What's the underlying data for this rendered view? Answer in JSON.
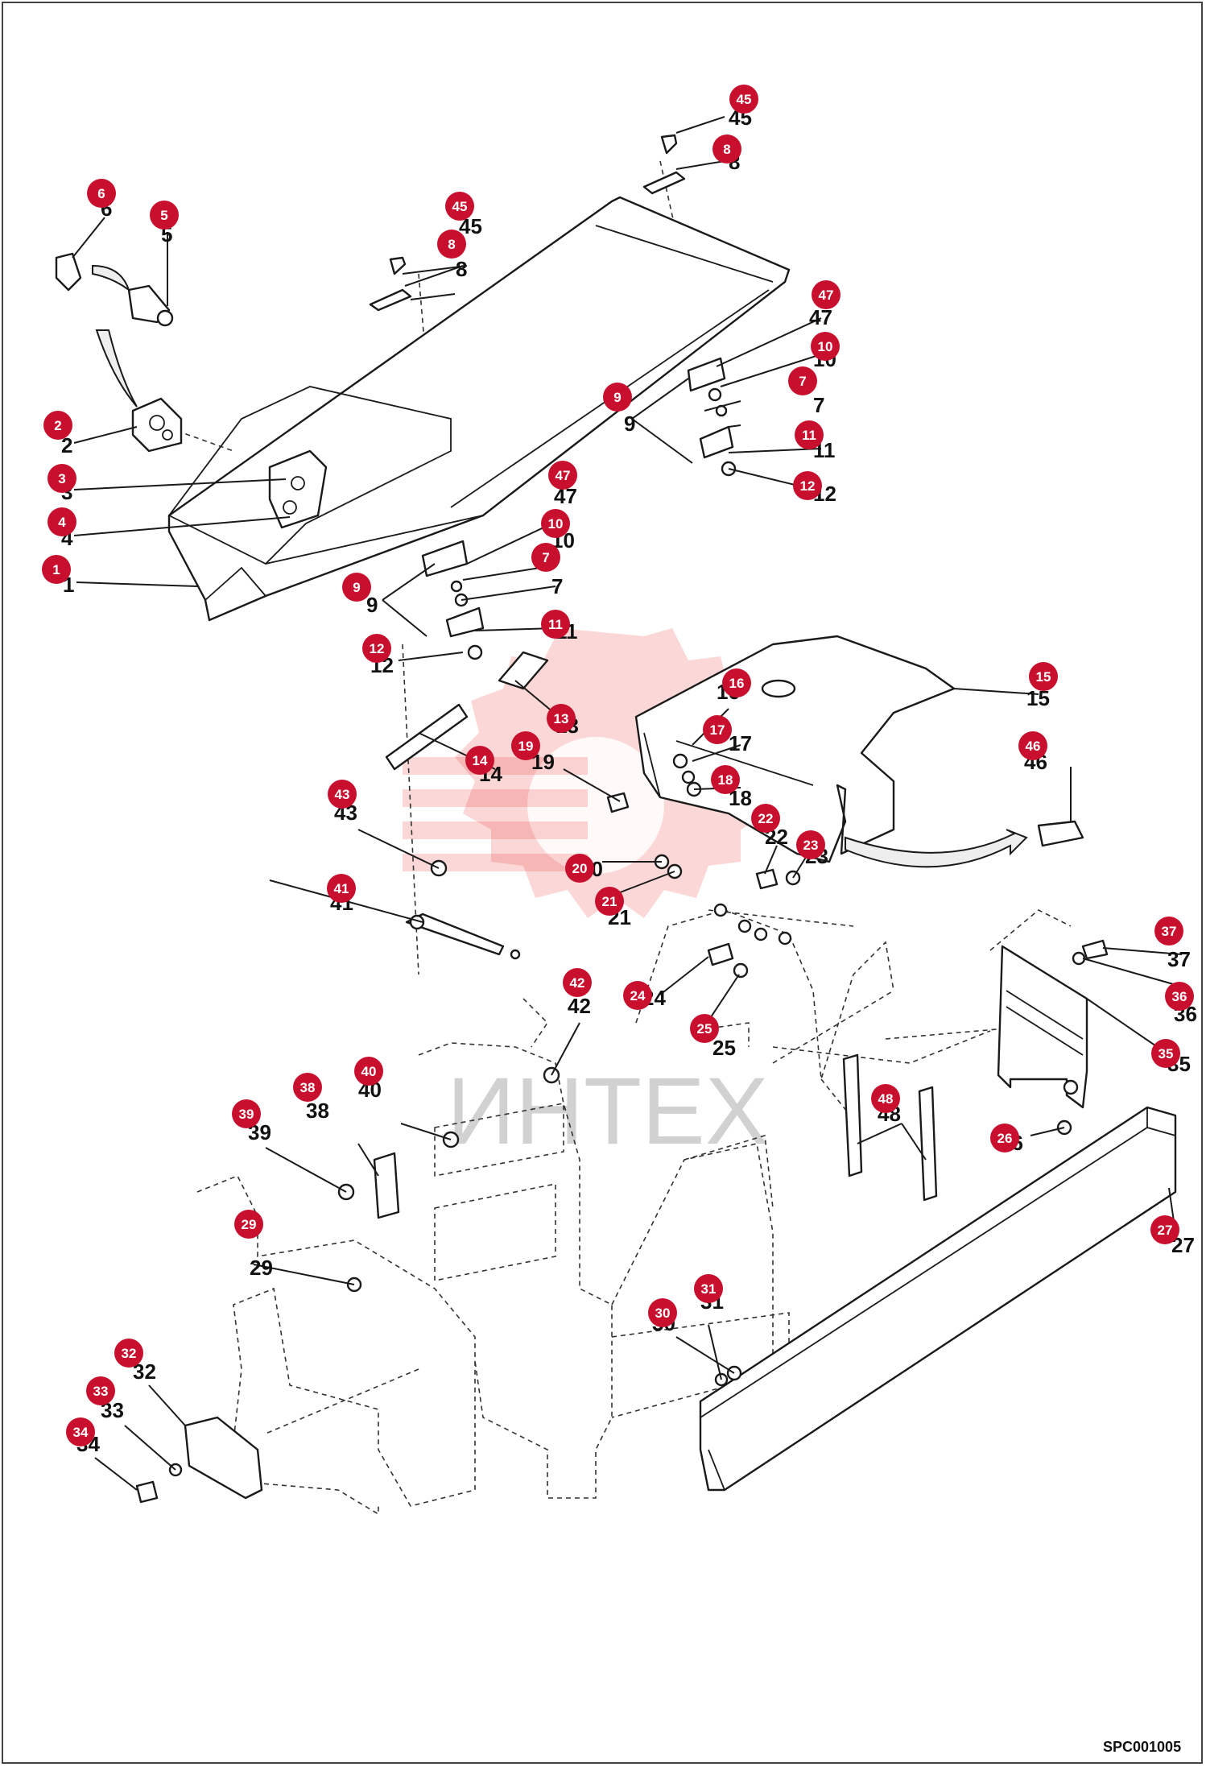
{
  "diagram": {
    "code_label": "SPC001005",
    "watermark": "ИНТЕХ",
    "accent_color": "#c8102e",
    "callouts": [
      {
        "id": "1",
        "text": "1"
      },
      {
        "id": "2",
        "text": "2"
      },
      {
        "id": "3",
        "text": "3"
      },
      {
        "id": "4",
        "text": "4"
      },
      {
        "id": "5",
        "text": "5"
      },
      {
        "id": "6",
        "text": "6"
      },
      {
        "id": "7a",
        "text": "7"
      },
      {
        "id": "7b",
        "text": "7"
      },
      {
        "id": "8a",
        "text": "8"
      },
      {
        "id": "8b",
        "text": "8"
      },
      {
        "id": "9a",
        "text": "9"
      },
      {
        "id": "9b",
        "text": "9"
      },
      {
        "id": "10a",
        "text": "10"
      },
      {
        "id": "10b",
        "text": "10"
      },
      {
        "id": "11a",
        "text": "11"
      },
      {
        "id": "11b",
        "text": "11"
      },
      {
        "id": "12a",
        "text": "12"
      },
      {
        "id": "12b",
        "text": "12"
      },
      {
        "id": "13",
        "text": "13"
      },
      {
        "id": "14",
        "text": "14"
      },
      {
        "id": "15",
        "text": "15"
      },
      {
        "id": "16",
        "text": "16"
      },
      {
        "id": "17",
        "text": "17"
      },
      {
        "id": "18",
        "text": "18"
      },
      {
        "id": "19",
        "text": "19"
      },
      {
        "id": "20",
        "text": "20"
      },
      {
        "id": "21",
        "text": "21"
      },
      {
        "id": "22",
        "text": "22"
      },
      {
        "id": "23",
        "text": "23"
      },
      {
        "id": "24",
        "text": "24"
      },
      {
        "id": "25",
        "text": "25"
      },
      {
        "id": "26",
        "text": "26"
      },
      {
        "id": "27",
        "text": "27"
      },
      {
        "id": "29",
        "text": "29"
      },
      {
        "id": "30",
        "text": "30"
      },
      {
        "id": "31",
        "text": "31"
      },
      {
        "id": "32",
        "text": "32"
      },
      {
        "id": "33",
        "text": "33"
      },
      {
        "id": "34",
        "text": "34"
      },
      {
        "id": "35",
        "text": "35"
      },
      {
        "id": "36",
        "text": "36"
      },
      {
        "id": "37",
        "text": "37"
      },
      {
        "id": "38",
        "text": "38"
      },
      {
        "id": "39",
        "text": "39"
      },
      {
        "id": "40",
        "text": "40"
      },
      {
        "id": "41",
        "text": "41"
      },
      {
        "id": "42",
        "text": "42"
      },
      {
        "id": "43",
        "text": "43"
      },
      {
        "id": "45a",
        "text": "45"
      },
      {
        "id": "45b",
        "text": "45"
      },
      {
        "id": "46",
        "text": "46"
      },
      {
        "id": "47a",
        "text": "47"
      },
      {
        "id": "47b",
        "text": "47"
      },
      {
        "id": "48",
        "text": "48"
      }
    ]
  }
}
